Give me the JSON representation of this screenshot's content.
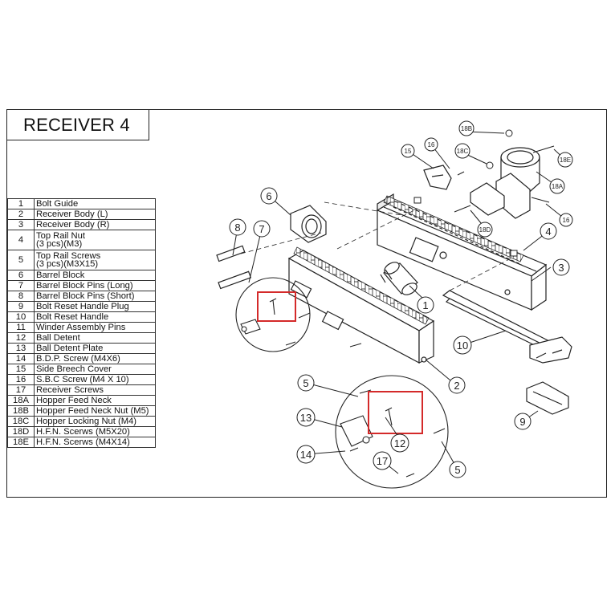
{
  "title": "RECEIVER 4",
  "parts": [
    {
      "num": "1",
      "name": "Bolt Guide"
    },
    {
      "num": "2",
      "name": "Receiver Body (L)"
    },
    {
      "num": "3",
      "name": "Receiver Body (R)"
    },
    {
      "num": "4",
      "name": "Top Rail Nut",
      "name2": "(3 pcs)(M3)"
    },
    {
      "num": "5",
      "name": "Top Rail Screws",
      "name2": "(3 pcs)(M3X15)"
    },
    {
      "num": "6",
      "name": "Barrel Block"
    },
    {
      "num": "7",
      "name": "Barrel Block Pins (Long)"
    },
    {
      "num": "8",
      "name": "Barrel Block Pins (Short)"
    },
    {
      "num": "9",
      "name": "Bolt Reset Handle Plug"
    },
    {
      "num": "10",
      "name": "Bolt Reset Handle"
    },
    {
      "num": "11",
      "name": "Winder Assembly Pins"
    },
    {
      "num": "12",
      "name": "Ball Detent"
    },
    {
      "num": "13",
      "name": "Ball Detent Plate"
    },
    {
      "num": "14",
      "name": "B.D.P. Screw (M4X6)"
    },
    {
      "num": "15",
      "name": "Side Breech Cover"
    },
    {
      "num": "16",
      "name": "S.B.C Screw (M4 X 10)"
    },
    {
      "num": "17",
      "name": "Receiver Screws"
    },
    {
      "num": "18A",
      "name": "Hopper Feed Neck"
    },
    {
      "num": "18B",
      "name": "Hopper Feed Neck Nut (M5)"
    },
    {
      "num": "18C",
      "name": "Hopper Locking Nut (M4)"
    },
    {
      "num": "18D",
      "name": "H.F.N. Scerws (M5X20)"
    },
    {
      "num": "18E",
      "name": "H.F.N. Scerws (M4X14)"
    }
  ],
  "callouts": {
    "c1": "1",
    "c2": "2",
    "c3": "3",
    "c4": "4",
    "c5a": "5",
    "c5b": "5",
    "c6": "6",
    "c7": "7",
    "c8": "8",
    "c9": "9",
    "c10": "10",
    "c12": "12",
    "c13": "13",
    "c14": "14",
    "c15": "15",
    "c16a": "16",
    "c16b": "16",
    "c17": "17",
    "c18a": "18A",
    "c18b": "18B",
    "c18c": "18C",
    "c18d": "18D",
    "c18e": "18E"
  },
  "colors": {
    "highlight": "#d42a2a",
    "line": "#222222"
  }
}
